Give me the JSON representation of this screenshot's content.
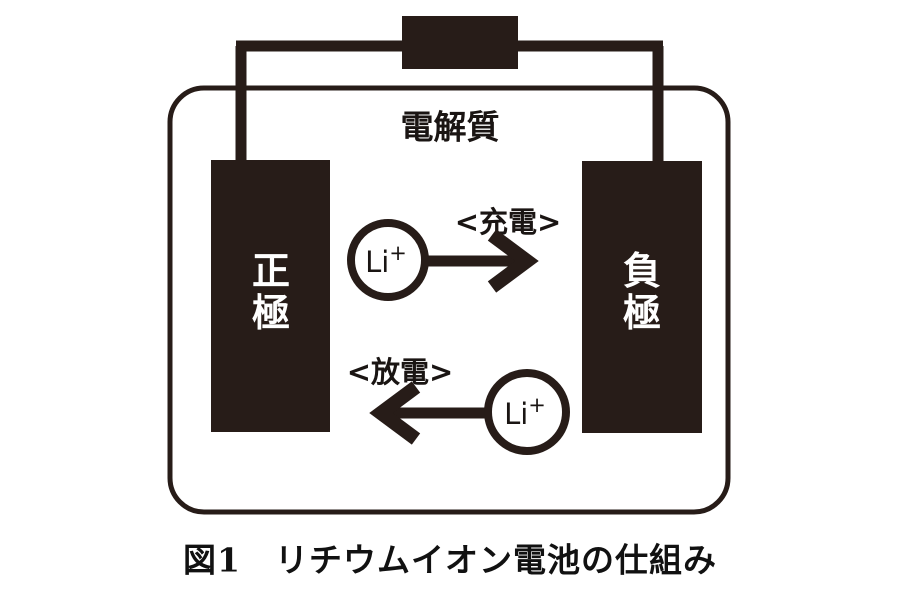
{
  "figure": {
    "caption": "図1　リチウムイオン電池の仕組み",
    "electrolyte_label": "電解質",
    "colors": {
      "ink": "#271c18",
      "background": "#ffffff",
      "electrode_text": "#ffffff"
    }
  },
  "circuit": {
    "load_box_name": "load",
    "wire_name": "external-circuit-wire"
  },
  "electrodes": {
    "positive": {
      "label": "正極",
      "chars": [
        "正",
        "極"
      ]
    },
    "negative": {
      "label": "負極",
      "chars": [
        "負",
        "極"
      ]
    }
  },
  "ions": [
    {
      "id": "charge-ion",
      "label": "Li",
      "charge": "+"
    },
    {
      "id": "discharge-ion",
      "label": "Li",
      "charge": "+"
    }
  ],
  "flows": [
    {
      "id": "charge",
      "label": "<充電>",
      "direction": "right"
    },
    {
      "id": "discharge",
      "label": "<放電>",
      "direction": "left"
    }
  ]
}
